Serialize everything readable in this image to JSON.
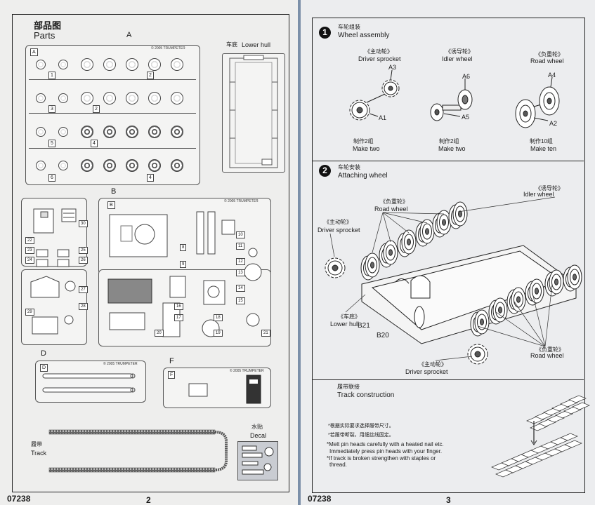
{
  "left_page": {
    "parts_title_cn": "部品图",
    "parts_title_en": "Parts",
    "sprue_a": "A",
    "sprue_b": "B",
    "sprue_d": "D",
    "sprue_f": "F",
    "brand_stamp": "© 2005 TRUMPETER",
    "lower_hull_cn": "车底",
    "lower_hull_en": "Lower hull",
    "track_cn": "履带",
    "track_en": "Track",
    "decal_cn": "水贴",
    "decal_en": "Decal",
    "catalog_no": "07238",
    "page_no": "2",
    "sprue_a_part_numbers": [
      "1",
      "2",
      "3",
      "2",
      "5",
      "4",
      "6",
      "4"
    ],
    "sprue_b_part_numbers": [
      "22",
      "23",
      "24",
      "25",
      "26",
      "27",
      "28",
      "30",
      "29",
      "8",
      "9",
      "10",
      "11",
      "12",
      "13",
      "14",
      "15",
      "16",
      "17",
      "18",
      "19",
      "20",
      "21"
    ]
  },
  "right_page": {
    "step1": {
      "number": "1",
      "title_cn": "车轮组装",
      "title_en": "Wheel assembly",
      "items": [
        {
          "name_cn": "《主动轮》",
          "name_en": "Driver sprocket",
          "parts": [
            "A3",
            "A1"
          ],
          "qty_cn": "制作2组",
          "qty_en": "Make two"
        },
        {
          "name_cn": "《诱导轮》",
          "name_en": "Idler wheel",
          "parts": [
            "A6",
            "A5"
          ],
          "qty_cn": "制作2组",
          "qty_en": "Make two"
        },
        {
          "name_cn": "《负重轮》",
          "name_en": "Road   wheel",
          "parts": [
            "A4",
            "A2"
          ],
          "qty_cn": "制作10组",
          "qty_en": "Make ten"
        }
      ]
    },
    "step2": {
      "number": "2",
      "title_cn": "车轮安装",
      "title_en": "Attaching wheel",
      "labels": {
        "road_wheel_top_cn": "《负重轮》",
        "road_wheel_top_en": "Road   wheel",
        "idler_cn": "《诱导轮》",
        "idler_en": "Idler wheel",
        "sprocket_top_cn": "《主动轮》",
        "sprocket_top_en": "Driver sprocket",
        "lower_hull_cn": "《车底》",
        "lower_hull_en": "Lower hull",
        "b21": "B21",
        "b20": "B20",
        "road_wheel_bottom_cn": "《负重轮》",
        "road_wheel_bottom_en": "Road   wheel",
        "sprocket_bottom_cn": "《主动轮》",
        "sprocket_bottom_en": "Driver sprocket"
      }
    },
    "step3": {
      "title_cn": "履带联接",
      "title_en": "Track construction",
      "note1_cn": "*根据实际要求选择履带尺寸。",
      "note2_cn": "*若履带断裂，用细丝线固定。",
      "note3_en": "*Melt pin heads carefully with a heated nail etc.",
      "note3b_en": "Immediately press pin heads with your finger.",
      "note4_en": "*If track is broken strengthen with staples or",
      "note4b_en": "thread."
    },
    "catalog_no": "07238",
    "page_no": "3"
  }
}
